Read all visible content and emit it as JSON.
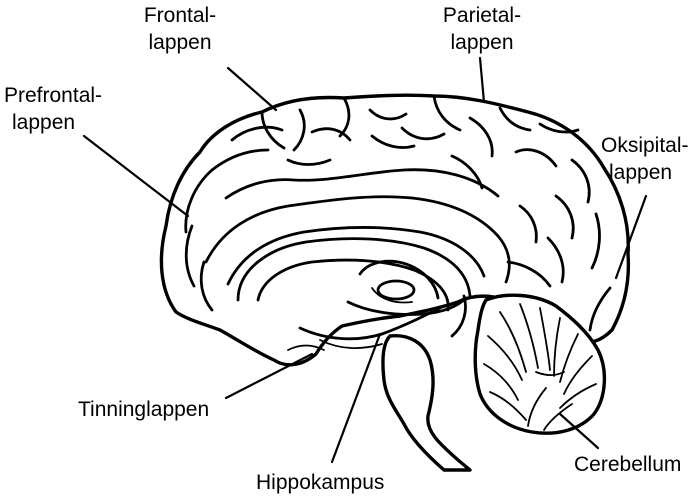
{
  "labels": {
    "frontal": {
      "line1": "Frontal-",
      "line2": "lappen"
    },
    "parietal": {
      "line1": "Parietal-",
      "line2": "lappen"
    },
    "prefrontal": {
      "line1": "Prefrontal-",
      "line2": "lappen"
    },
    "oksipital": {
      "line1": "Oksipital-",
      "line2": "lappen"
    },
    "tinning": "Tinninglappen",
    "hippokampus": "Hippokampus",
    "cerebellum": "Cerebellum"
  },
  "colors": {
    "ink": "#000000",
    "background": "#ffffff"
  }
}
